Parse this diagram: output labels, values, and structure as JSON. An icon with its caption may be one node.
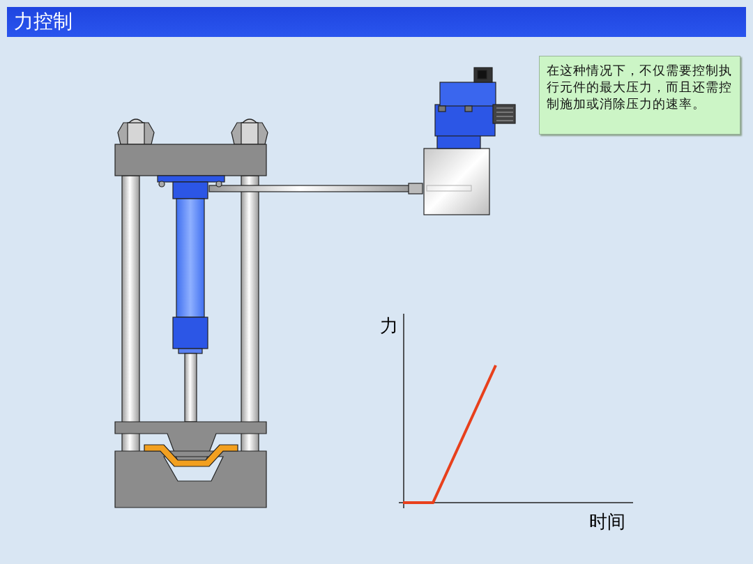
{
  "diagram": {
    "title": "力控制",
    "nodes": [
      {
        "text": [
          "在这种情况下，不仅需要控制执行元件的最大压力，而且还需控制施加或消除压力的速率。"
        ]
      }
    ],
    "labels": [
      "力",
      "时间"
    ]
  }
}
